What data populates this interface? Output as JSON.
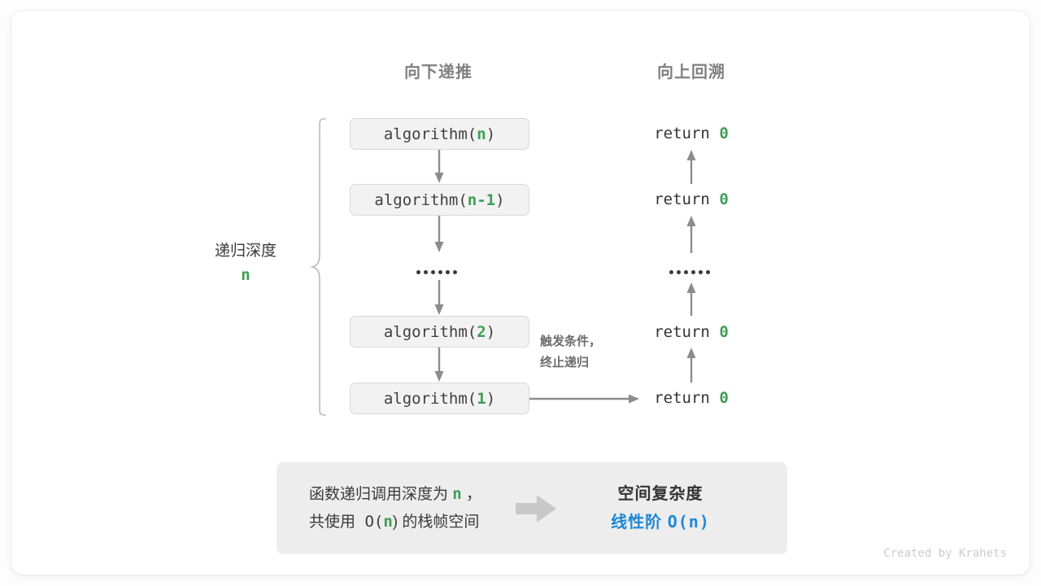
{
  "theme": {
    "page_bg": "#fdfdfd",
    "card_bg": "#ffffff",
    "accent_green": "#3e9d52",
    "accent_blue": "#1e87d6",
    "box_bg": "#f2f2f2",
    "box_border": "#d8d8d8",
    "arrow_gray": "#808080",
    "panel_bg": "#ededed",
    "muted_text": "#808080"
  },
  "headers": {
    "left": "向下递推",
    "right": "向上回溯"
  },
  "depth_bracket": {
    "label": "递归深度",
    "value": "n"
  },
  "call_stack": [
    {
      "fn": "algorithm(",
      "arg": "n",
      "close": ")"
    },
    {
      "fn": "algorithm(",
      "arg": "n-1",
      "close": ")"
    },
    {
      "fn": "algorithm(",
      "arg": "2",
      "close": ")"
    },
    {
      "fn": "algorithm(",
      "arg": "1",
      "close": ")"
    }
  ],
  "ellipsis": {
    "dot_count": 6
  },
  "returns": [
    {
      "text": "return ",
      "value": "0"
    },
    {
      "text": "return ",
      "value": "0"
    },
    {
      "text": "return ",
      "value": "0"
    },
    {
      "text": "return ",
      "value": "0"
    }
  ],
  "trigger_note": {
    "line1": "触发条件，",
    "line2": "终止递归"
  },
  "summary": {
    "left_line1_a": "函数递归调用深度为 ",
    "left_line1_n": "n",
    "left_line1_b": " ，",
    "left_line2_a": "共使用 O(",
    "left_line2_n": "n",
    "left_line2_b": ") 的栈帧空间",
    "arrow_icon": "right-arrow-icon",
    "right_title": "空间复杂度",
    "right_value_a": "线性阶 ",
    "right_value_b": "O(n)"
  },
  "credit": "Created by Krahets"
}
